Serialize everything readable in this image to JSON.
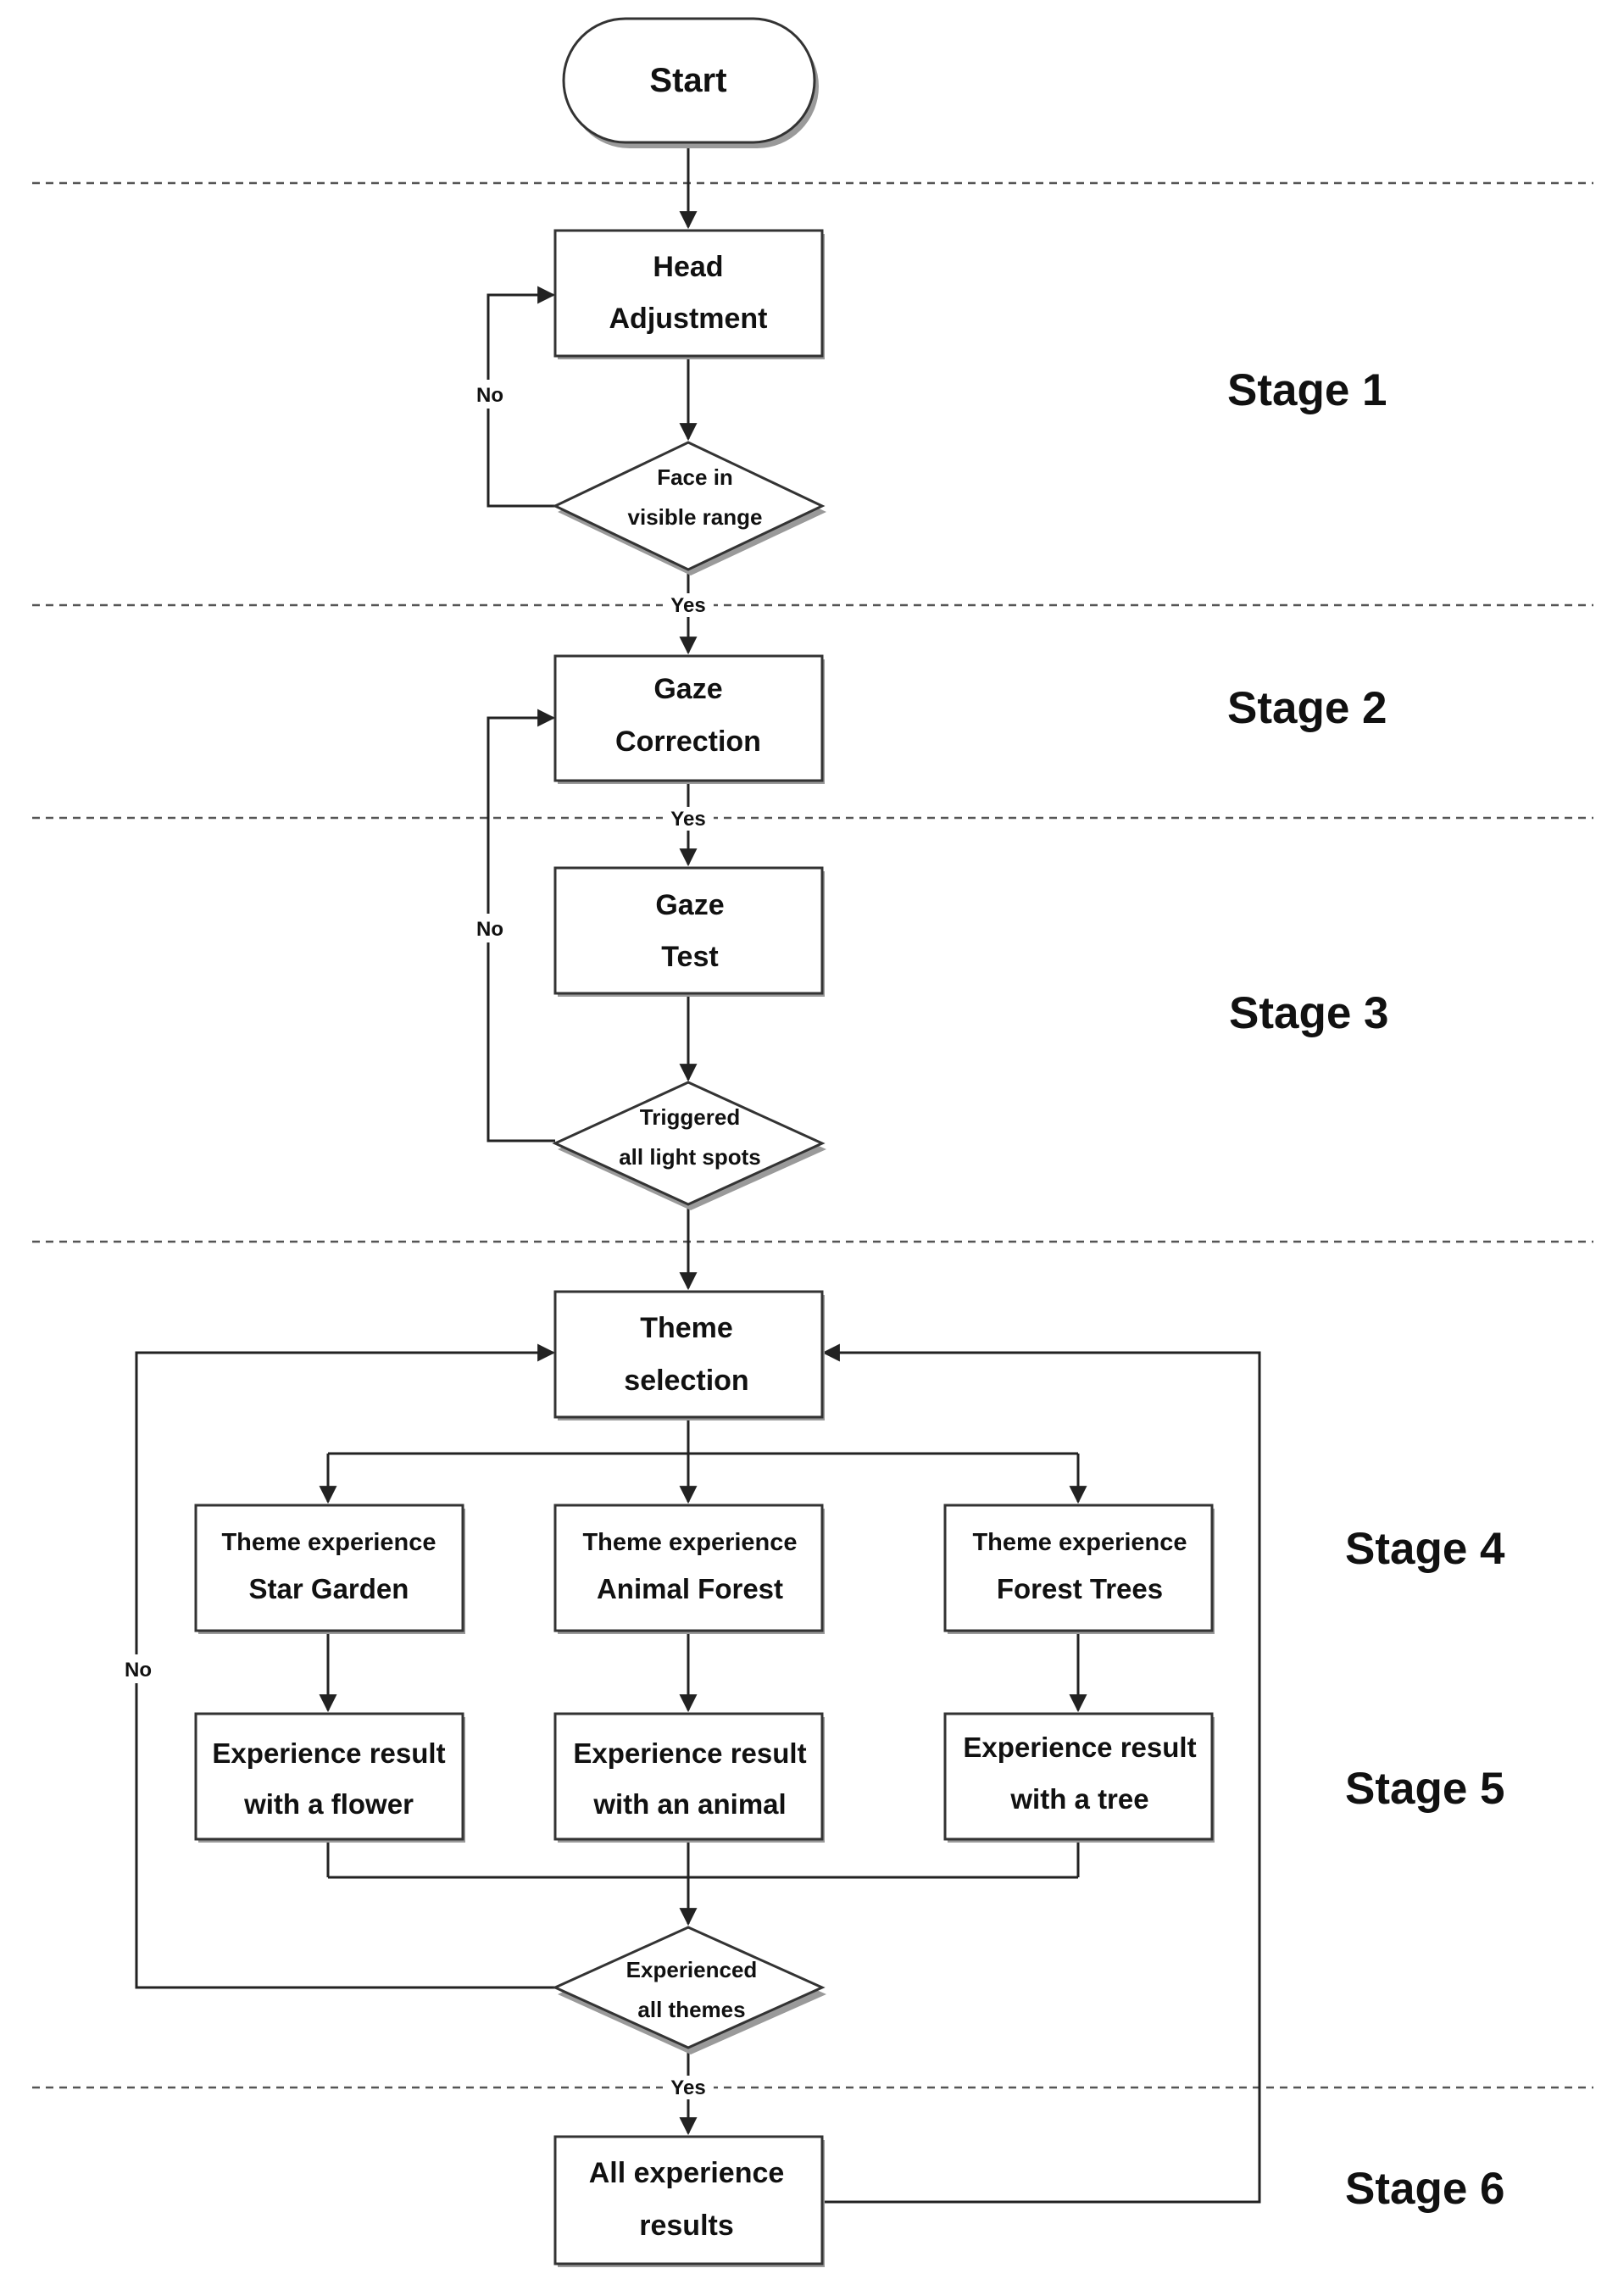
{
  "nodes": {
    "start": {
      "label": "Start"
    },
    "head_adjustment": {
      "line1": "Head",
      "line2": "Adjustment"
    },
    "face_check": {
      "line1": "Face in",
      "line2": "visible range"
    },
    "gaze_correction": {
      "line1": "Gaze",
      "line2": "Correction"
    },
    "gaze_test": {
      "line1": "Gaze",
      "line2": "Test"
    },
    "light_check": {
      "line1": "Triggered",
      "line2": "all light spots"
    },
    "theme_selection": {
      "line1": "Theme",
      "line2": "selection"
    },
    "theme_star": {
      "line1": "Theme experience",
      "line2": "Star Garden"
    },
    "theme_animal": {
      "line1": "Theme experience",
      "line2": "Animal Forest"
    },
    "theme_trees": {
      "line1": "Theme experience",
      "line2": "Forest Trees"
    },
    "result_flower": {
      "line1": "Experience result",
      "line2": "with a flower"
    },
    "result_animal": {
      "line1": "Experience result",
      "line2": "with an animal"
    },
    "result_tree": {
      "line1": "Experience result",
      "line2": "with a tree"
    },
    "themes_check": {
      "line1": "Experienced",
      "line2": "all themes"
    },
    "all_results": {
      "line1": "All experience",
      "line2": "results"
    }
  },
  "edge_labels": {
    "face_no": "No",
    "face_yes": "Yes",
    "light_no": "No",
    "light_yes": "Yes",
    "themes_no": "No",
    "themes_yes": "Yes"
  },
  "stages": [
    "Stage 1",
    "Stage 2",
    "Stage 3",
    "Stage 4",
    "Stage 5",
    "Stage 6"
  ],
  "colors": {
    "stroke": "#222222",
    "box_shadow": "#9a9a9a",
    "divider": "#555555",
    "text": "#111111",
    "background": "#ffffff"
  }
}
